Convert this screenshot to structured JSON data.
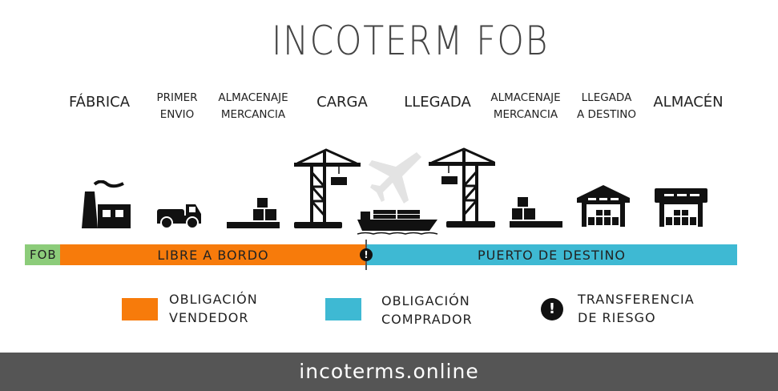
{
  "title": "INCOTERM FOB",
  "stages": [
    {
      "label": "FÁBRICA",
      "icon": "factory-icon"
    },
    {
      "label": "PRIMER ENVIO",
      "icon": "truck-icon"
    },
    {
      "label": "ALMACENAJE MERCANCIA",
      "icon": "boxes-icon"
    },
    {
      "label": "CARGA",
      "icon": "crane-icon"
    },
    {
      "label": "LLEGADA",
      "icon": "ship-plane-icon"
    },
    {
      "label": "ALMACENAJE MERCANCIA",
      "icon": "boxes-icon"
    },
    {
      "label": "LLEGADA A DESTINO",
      "icon": "warehouse-icon"
    },
    {
      "label": "ALMACÉN",
      "icon": "warehouse-icon"
    }
  ],
  "stage_lines": {
    "primer": [
      "PRIMER",
      "ENVIO"
    ],
    "alm1": [
      "ALMACENAJE",
      "MERCANCIA"
    ],
    "alm2": [
      "ALMACENAJE",
      "MERCANCIA"
    ],
    "lleg": [
      "LLEGADA",
      "A DESTINO"
    ]
  },
  "bar": {
    "term": "FOB",
    "seller_segment": "LIBRE A BORDO",
    "buyer_segment": "PUERTO DE DESTINO",
    "risk_marker": "!"
  },
  "legend": {
    "seller": [
      "OBLIGACIÓN",
      "VENDEDOR"
    ],
    "buyer": [
      "OBLIGACIÓN",
      "COMPRADOR"
    ],
    "risk": [
      "TRANSFERENCIA",
      "DE RIESGO"
    ],
    "risk_symbol": "!"
  },
  "colors": {
    "seller": "#f77b0b",
    "buyer": "#3eb9d3",
    "term": "#8ccc7a",
    "footer": "#555555"
  },
  "footer": "incoterms.online"
}
